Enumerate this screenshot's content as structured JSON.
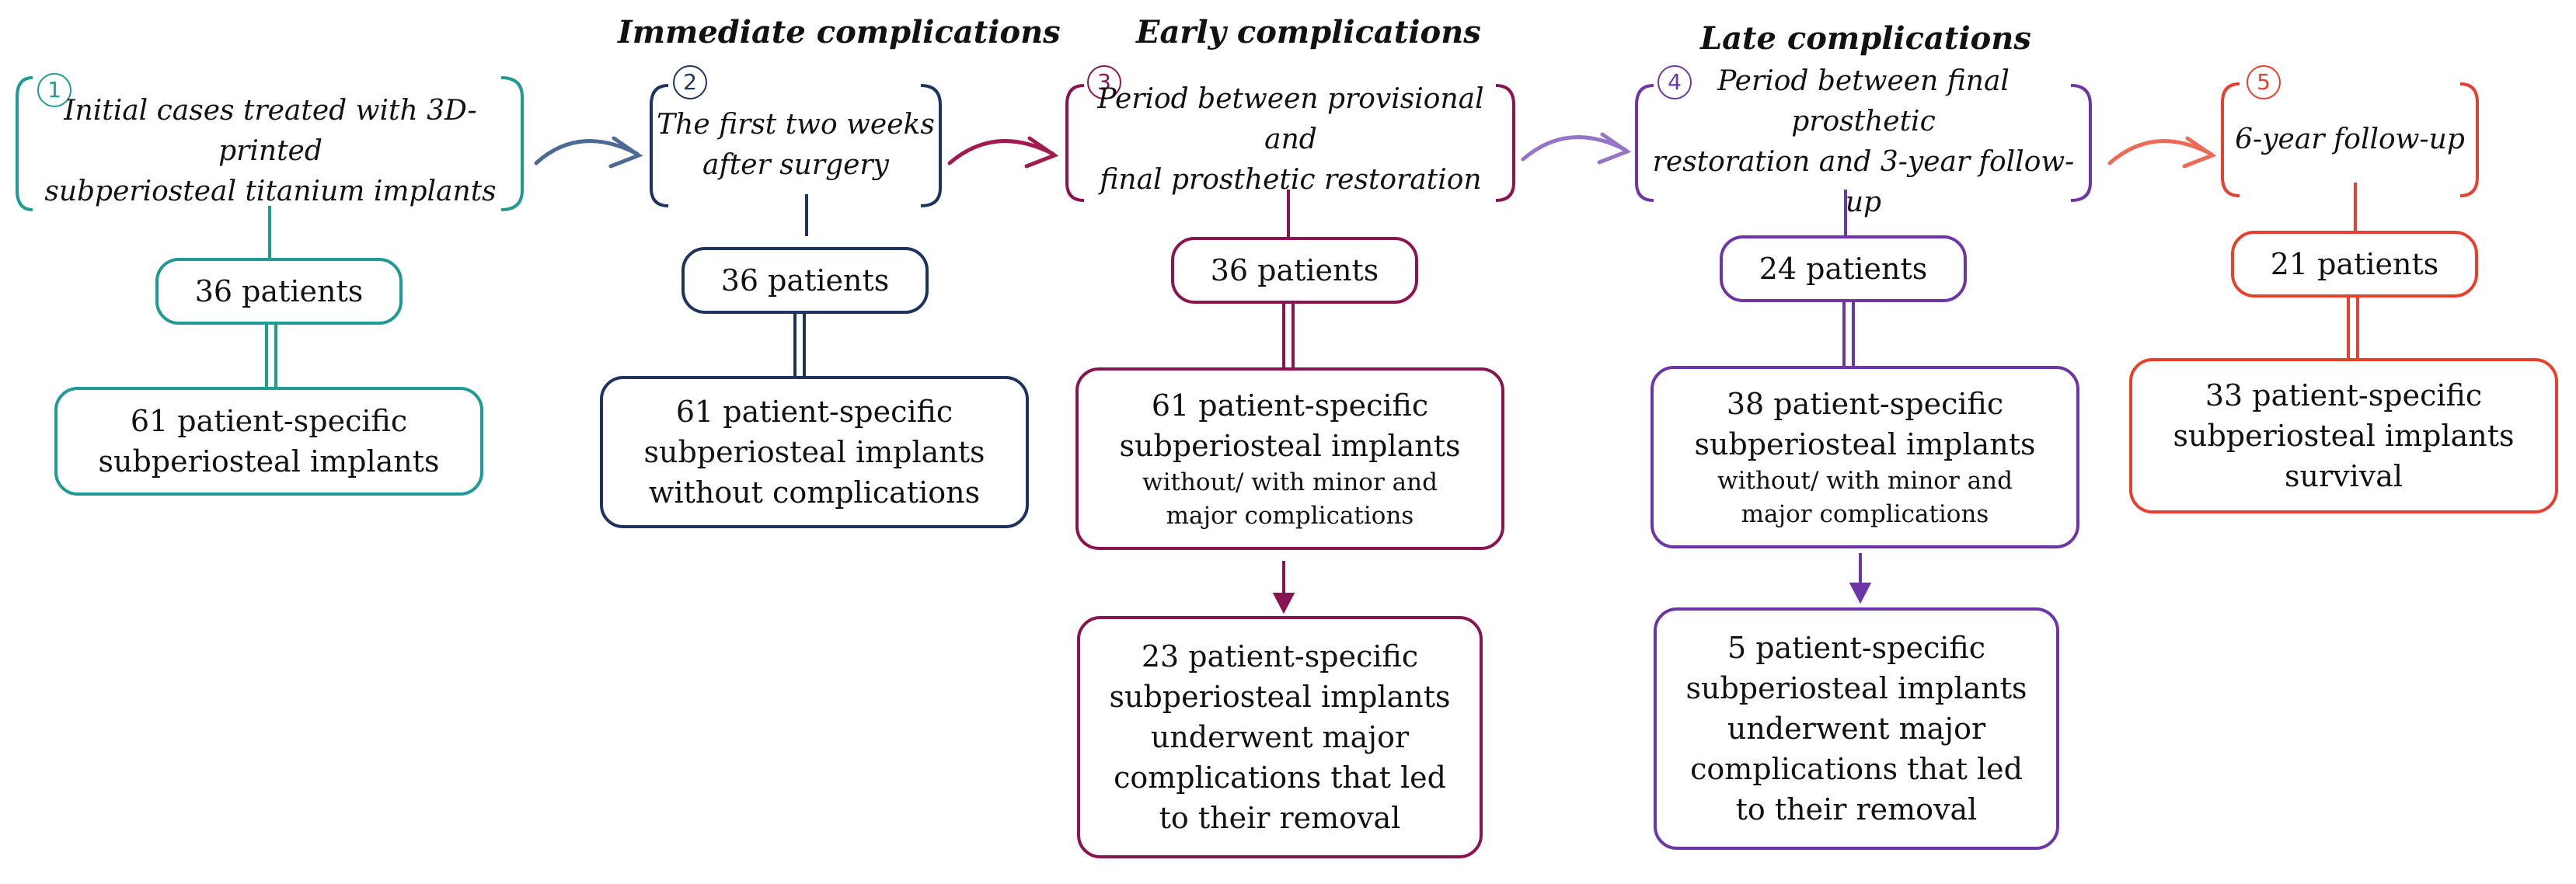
{
  "headings": {
    "immediate": "Immediate complications",
    "early": "Early complications",
    "late": "Late complications"
  },
  "stages": [
    {
      "number": "1",
      "color": "#1f9a94",
      "period_line1": "Initial cases treated with 3D-printed",
      "period_line2": "subperiosteal titanium implants",
      "patients": "36 patients",
      "implants_line1": "61 patient-specific",
      "implants_line2": "subperiosteal implants"
    },
    {
      "number": "2",
      "color": "#1f3360",
      "period_line1": "The first two weeks",
      "period_line2": "after surgery",
      "patients": "36 patients",
      "implants_line1": "61 patient-specific",
      "implants_line2": "subperiosteal implants",
      "implants_line3": "without complications"
    },
    {
      "number": "3",
      "color": "#8b1450",
      "period_line1": "Period between provisional and",
      "period_line2": "final prosthetic restoration",
      "patients": "36 patients",
      "implants_line1": "61 patient-specific",
      "implants_line2": "subperiosteal implants",
      "implants_small1": "without/ with minor and",
      "implants_small2": "major  complications",
      "removal_line1": "23 patient-specific",
      "removal_line2": "subperiosteal implants",
      "removal_line3": "underwent major",
      "removal_line4": "complications that led",
      "removal_line5": "to their removal"
    },
    {
      "number": "4",
      "color": "#6d36a8",
      "period_line1": "Period between final prosthetic",
      "period_line2": "restoration and 3-year follow-up",
      "patients": "24 patients",
      "implants_line1": "38 patient-specific",
      "implants_line2": "subperiosteal implants",
      "implants_small1": "without/ with minor and",
      "implants_small2": "major  complications",
      "removal_line1": "5 patient-specific",
      "removal_line2": "subperiosteal implants",
      "removal_line3": "underwent major",
      "removal_line4": "complications that led",
      "removal_line5": "to their removal"
    },
    {
      "number": "5",
      "color": "#e5412f",
      "period_line1": "6-year follow-up",
      "patients": "21 patients",
      "implants_line1": "33 patient-specific",
      "implants_line2": "subperiosteal implants",
      "implants_line3": "survival"
    }
  ]
}
